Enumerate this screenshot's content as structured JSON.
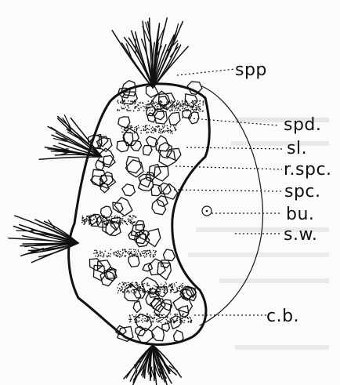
{
  "labels": {
    "spp": "spp",
    "spd": "spd.",
    "sl": "sl.",
    "rspc": "r.spc.",
    "spc": "spc.",
    "bu": "bu.",
    "sw": "s.w.",
    "cb": "c.b."
  },
  "colors": {
    "ink": "#111111",
    "paper": "#fbfbfa",
    "bleed": "#c9c9c9"
  }
}
